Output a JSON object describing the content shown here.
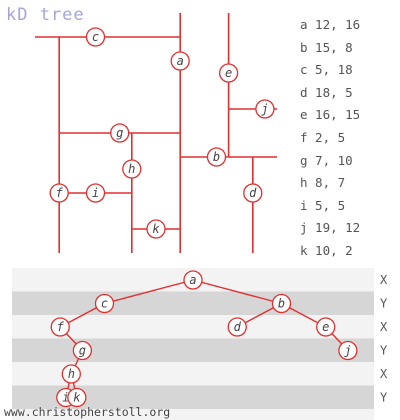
{
  "title": "kD tree",
  "points": [
    {
      "label": "a",
      "x": 12,
      "y": 16
    },
    {
      "label": "b",
      "x": 15,
      "y": 8
    },
    {
      "label": "c",
      "x": 5,
      "y": 18
    },
    {
      "label": "d",
      "x": 18,
      "y": 5
    },
    {
      "label": "e",
      "x": 16,
      "y": 15
    },
    {
      "label": "f",
      "x": 2,
      "y": 5
    },
    {
      "label": "g",
      "x": 7,
      "y": 10
    },
    {
      "label": "h",
      "x": 8,
      "y": 7
    },
    {
      "label": "i",
      "x": 5,
      "y": 5
    },
    {
      "label": "j",
      "x": 19,
      "y": 12
    },
    {
      "label": "k",
      "x": 10,
      "y": 2
    }
  ],
  "tree": {
    "root": "a",
    "children": {
      "a": [
        "c",
        "b"
      ],
      "c": [
        "f",
        null
      ],
      "f": [
        null,
        "g"
      ],
      "g": [
        "h",
        null
      ],
      "h": [
        "i",
        "k"
      ],
      "b": [
        "d",
        "e"
      ],
      "e": [
        null,
        "j"
      ]
    }
  },
  "level_axes": [
    "X",
    "Y",
    "X",
    "Y",
    "X",
    "Y"
  ],
  "colors": {
    "line": "#e03030",
    "band_dark": "#d6d6d6",
    "band_light": "#f3f3f3",
    "title": "#a5a5d8"
  },
  "footer": "www.christopherstoll.org"
}
